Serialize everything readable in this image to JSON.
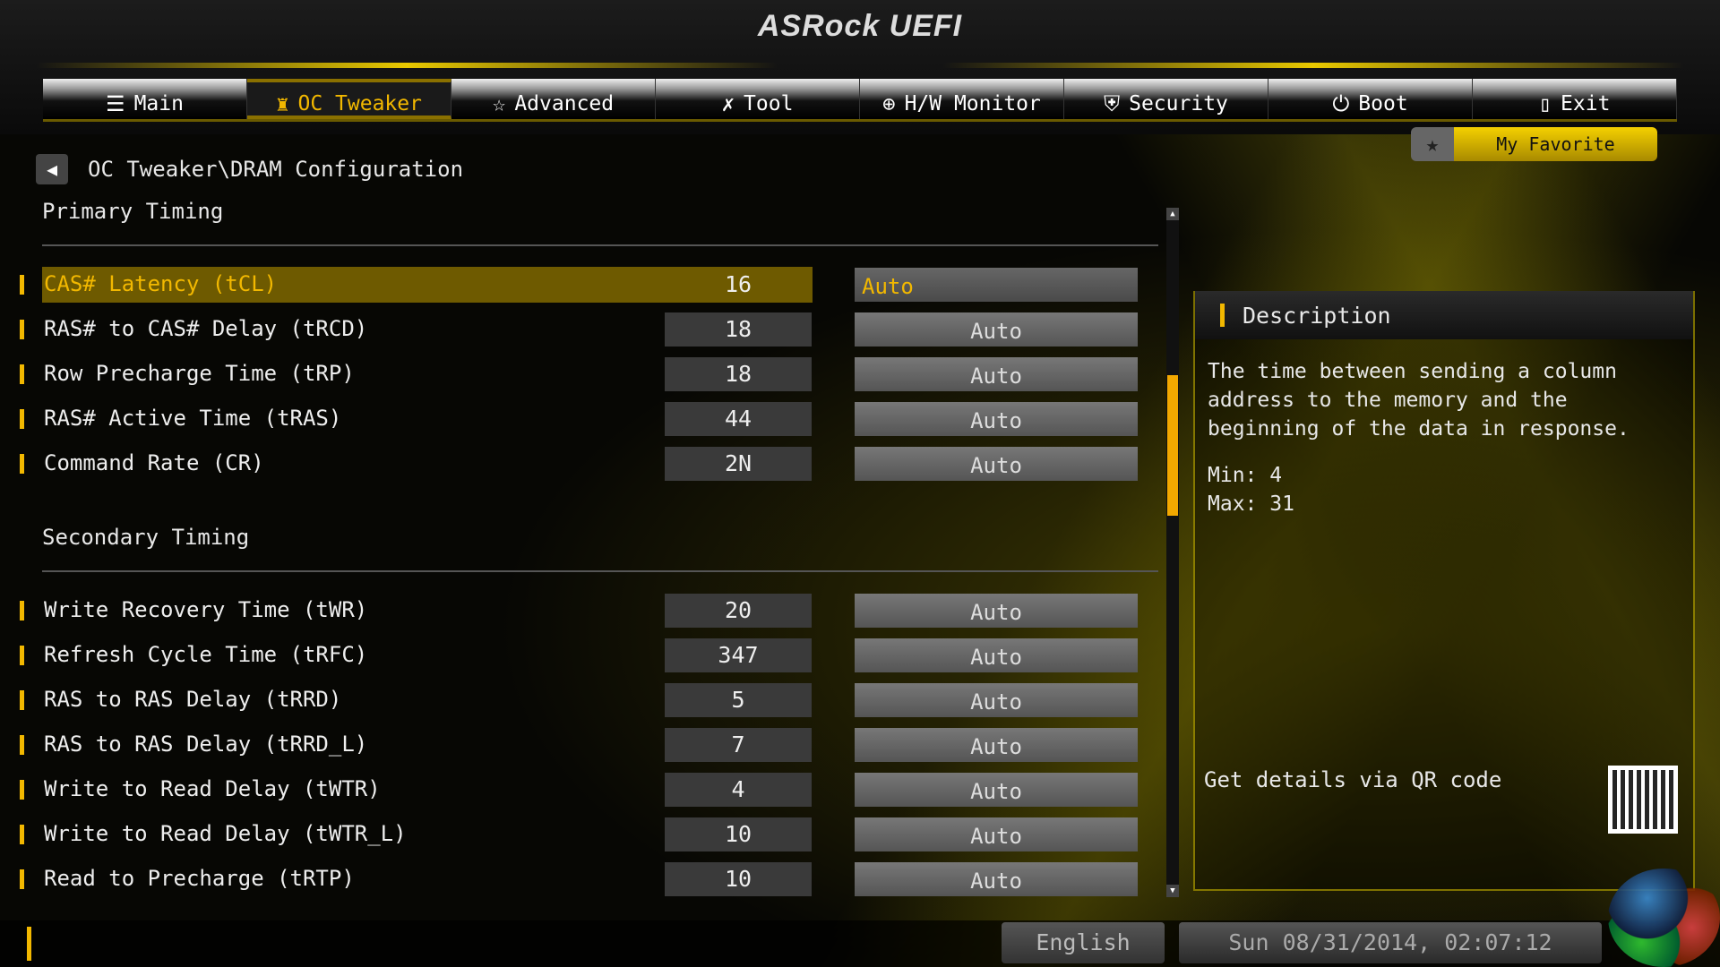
{
  "header": {
    "logo": "ASRock UEFI"
  },
  "tabs": [
    {
      "label": "Main",
      "icon": "list-icon",
      "glyph": "☰"
    },
    {
      "label": "OC Tweaker",
      "icon": "rocket-icon",
      "glyph": "♜",
      "active": true
    },
    {
      "label": "Advanced",
      "icon": "star-icon",
      "glyph": "☆"
    },
    {
      "label": "Tool",
      "icon": "tools-icon",
      "glyph": "✗"
    },
    {
      "label": "H/W Monitor",
      "icon": "monitor-icon",
      "glyph": "⊕"
    },
    {
      "label": "Security",
      "icon": "shield-icon",
      "glyph": "⛨"
    },
    {
      "label": "Boot",
      "icon": "power-icon",
      "glyph": "⏻"
    },
    {
      "label": "Exit",
      "icon": "exit-icon",
      "glyph": "▯"
    }
  ],
  "favorite": {
    "label": "My Favorite"
  },
  "breadcrumb": "OC Tweaker\\DRAM Configuration",
  "primary": {
    "title": "Primary Timing",
    "rows": [
      {
        "label": "CAS# Latency (tCL)",
        "value": "16",
        "setting": "Auto"
      },
      {
        "label": "RAS# to CAS# Delay (tRCD)",
        "value": "18",
        "setting": "Auto"
      },
      {
        "label": "Row Precharge Time (tRP)",
        "value": "18",
        "setting": "Auto"
      },
      {
        "label": "RAS# Active Time (tRAS)",
        "value": "44",
        "setting": "Auto"
      },
      {
        "label": "Command Rate (CR)",
        "value": "2N",
        "setting": "Auto"
      }
    ]
  },
  "secondary": {
    "title": "Secondary Timing",
    "rows": [
      {
        "label": "Write Recovery Time (tWR)",
        "value": "20",
        "setting": "Auto"
      },
      {
        "label": "Refresh Cycle Time (tRFC)",
        "value": "347",
        "setting": "Auto"
      },
      {
        "label": "RAS to RAS Delay (tRRD)",
        "value": "5",
        "setting": "Auto"
      },
      {
        "label": "RAS to RAS Delay (tRRD_L)",
        "value": "7",
        "setting": "Auto"
      },
      {
        "label": "Write to Read Delay (tWTR)",
        "value": "4",
        "setting": "Auto"
      },
      {
        "label": "Write to Read Delay (tWTR_L)",
        "value": "10",
        "setting": "Auto"
      },
      {
        "label": "Read to Precharge (tRTP)",
        "value": "10",
        "setting": "Auto"
      }
    ]
  },
  "description": {
    "title": "Description",
    "text": "The time between sending a column address to the memory and the beginning of the data in response.",
    "min": "Min: 4",
    "max": "Max: 31",
    "qr_text": "Get details via QR code"
  },
  "footer": {
    "language": "English",
    "datetime": "Sun 08/31/2014, 02:07:12"
  },
  "colors": {
    "accent": "#f2b800",
    "selected_row": "#6e5a00"
  }
}
